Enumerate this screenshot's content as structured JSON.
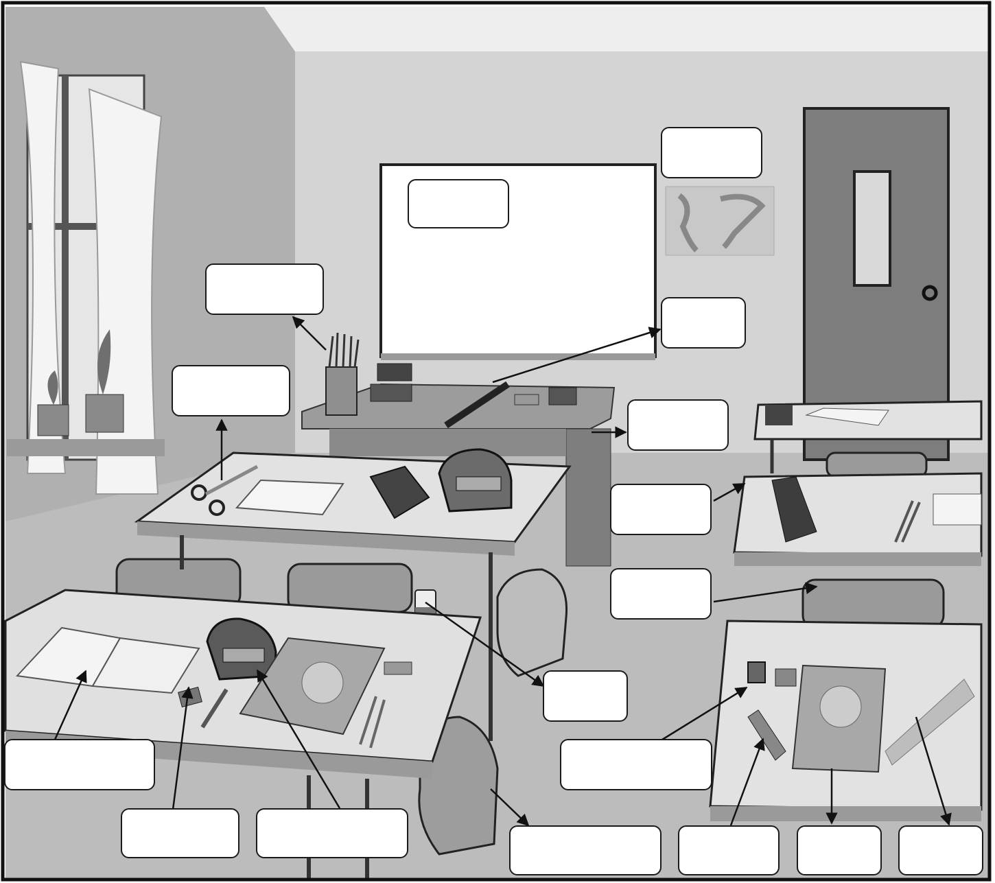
{
  "worksheet": {
    "colors": {
      "wall": "#d6d6d6",
      "side_wall": "#b3b3b3",
      "floor": "#bdbdbd",
      "whiteboard": "#ffffff",
      "door": "#7a7a7a",
      "desk_top": "#e0e0e0",
      "outline": "#1a1a1a"
    },
    "labels": [
      {
        "id": "map-label",
        "answer": ""
      },
      {
        "id": "whiteboard-label",
        "answer": ""
      },
      {
        "id": "marker-label",
        "answer": ""
      },
      {
        "id": "pencil-cup-label",
        "answer": ""
      },
      {
        "id": "scissors-label",
        "answer": ""
      },
      {
        "id": "teacher-desk-label",
        "answer": ""
      },
      {
        "id": "desk-label",
        "answer": ""
      },
      {
        "id": "chair-label",
        "answer": ""
      },
      {
        "id": "glue-stick-label",
        "answer": ""
      },
      {
        "id": "sharpener-label",
        "answer": ""
      },
      {
        "id": "notebook-label",
        "answer": ""
      },
      {
        "id": "eraser-label",
        "answer": ""
      },
      {
        "id": "pencil-case-label",
        "answer": ""
      },
      {
        "id": "schoolbag-label",
        "answer": ""
      },
      {
        "id": "crayon-label",
        "answer": ""
      },
      {
        "id": "book-label",
        "answer": ""
      },
      {
        "id": "ruler-label",
        "answer": ""
      }
    ]
  }
}
